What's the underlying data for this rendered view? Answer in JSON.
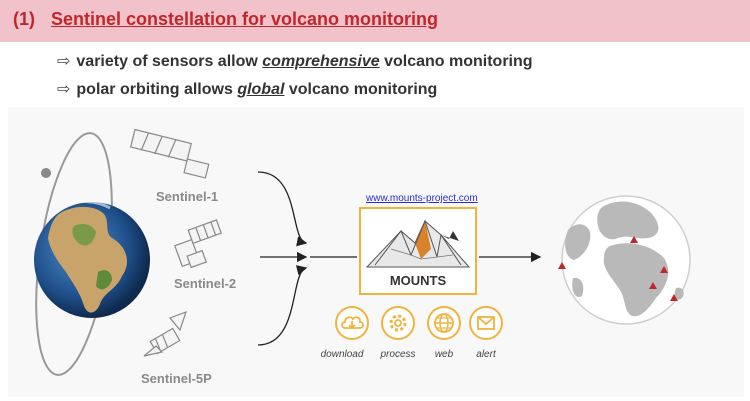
{
  "header": {
    "number": "(1)",
    "title": "Sentinel constellation for volcano monitoring"
  },
  "bullets": [
    {
      "before": "variety of sensors allow ",
      "emphasis": "comprehensive",
      "after": " volcano monitoring"
    },
    {
      "before": "polar orbiting allows ",
      "emphasis": "global",
      "after": " volcano monitoring"
    }
  ],
  "satellites": [
    "Sentinel-1",
    "Sentinel-2",
    "Sentinel-5P"
  ],
  "mounts": {
    "url": "www.mounts-project.com",
    "label": "MOUNTS"
  },
  "actions": [
    {
      "label": "download",
      "icon": "cloud-download-icon"
    },
    {
      "label": "process",
      "icon": "gear-icon"
    },
    {
      "label": "web",
      "icon": "globe-icon"
    },
    {
      "label": "alert",
      "icon": "envelope-icon"
    }
  ],
  "colors": {
    "header_bg": "#f2c2cb",
    "header_text": "#c0262c",
    "accent_orange": "#f0b340",
    "volcano_marker": "#c0262c"
  }
}
